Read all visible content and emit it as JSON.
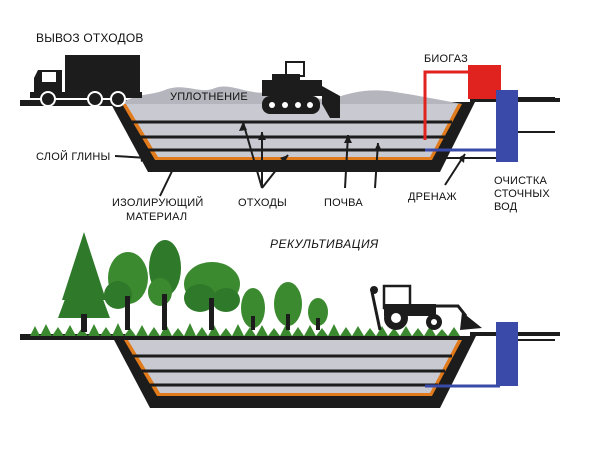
{
  "labels": {
    "waste_removal": "ВЫВОЗ ОТХОДОВ",
    "compaction": "УПЛОТНЕНИЕ",
    "biogas": "БИОГАЗ",
    "clay_layer": "СЛОЙ ГЛИНЫ",
    "insulating_1": "ИЗОЛИРУЮЩИЙ",
    "insulating_2": "МАТЕРИАЛ",
    "waste": "ОТХОДЫ",
    "soil": "ПОЧВА",
    "drainage": "ДРЕНАЖ",
    "treatment_1": "ОЧИСТКА",
    "treatment_2": "СТОЧНЫХ",
    "treatment_3": "ВОД",
    "recultivation": "РЕКУЛЬТИВАЦИЯ"
  },
  "colors": {
    "dark": "#1c1c1c",
    "layer_grey": "#c9c9d1",
    "orange": "#e07a1a",
    "biogas_red": "#e0231f",
    "treatment_blue": "#3a4aa8",
    "tree_green": "#2f7a2a",
    "grass_green": "#3c8a30"
  }
}
